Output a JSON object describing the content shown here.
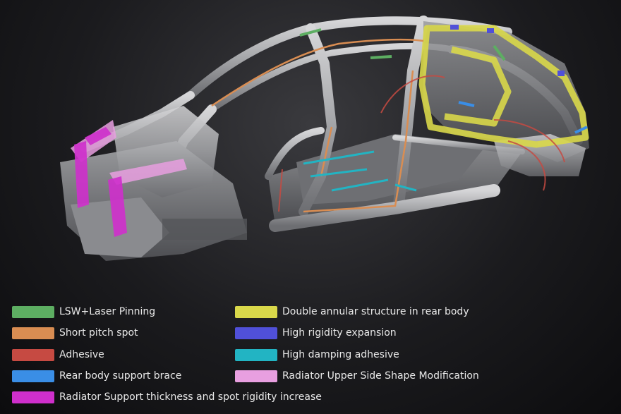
{
  "legend": [
    {
      "label": "LSW+Laser Pinning",
      "color": "#5dae62"
    },
    {
      "label": "Short pitch spot",
      "color": "#d98d52"
    },
    {
      "label": "Adhesive",
      "color": "#c64a42"
    },
    {
      "label": "Rear body support brace",
      "color": "#3a8ee6"
    },
    {
      "label": "Radiator Support thickness and spot rigidity increase",
      "color": "#cf2fcc"
    },
    {
      "label": "Double annular structure in rear body",
      "color": "#d9d84a"
    },
    {
      "label": "High rigidity expansion",
      "color": "#5050d9"
    },
    {
      "label": "High damping adhesive",
      "color": "#22b4c3"
    },
    {
      "label": "Radiator Upper Side Shape Modification",
      "color": "#e89fe0"
    }
  ]
}
